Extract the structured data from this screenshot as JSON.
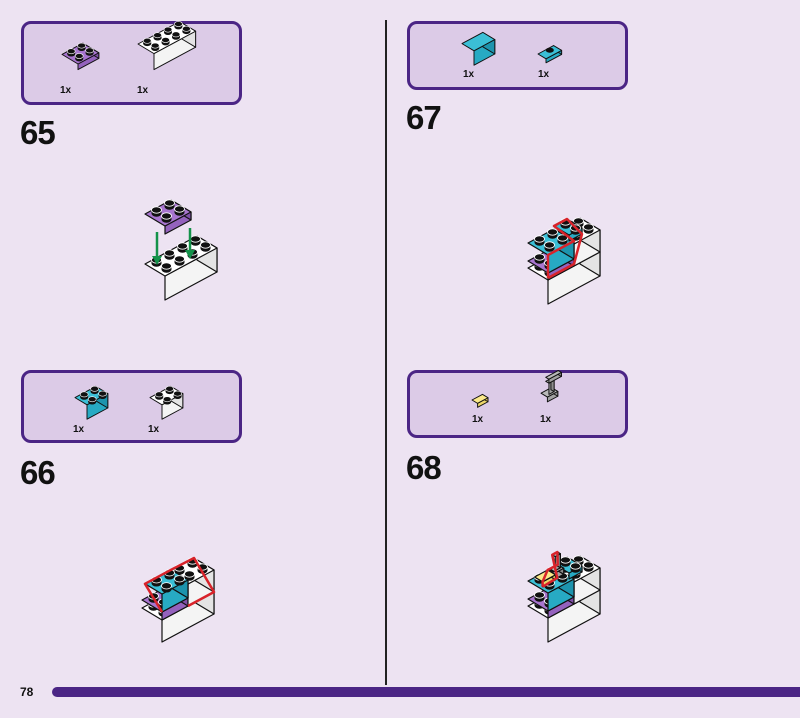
{
  "page_number": "78",
  "colors": {
    "white": [
      "#ffffff",
      "#f4f4f4",
      "#e4e4e4"
    ],
    "purple": [
      "#a875cf",
      "#9462bd",
      "#7f4fa8"
    ],
    "cyan": [
      "#3bbfd6",
      "#27aac3",
      "#1d94ad"
    ],
    "yellow": [
      "#fbe98a",
      "#ecd66a",
      "#d9c252"
    ],
    "gray": [
      "#b9b9b9",
      "#a2a2a2",
      "#8d8d8d"
    ],
    "accent": "#4b2585",
    "highlight": "#d8232a",
    "arrow": "#14924a"
  },
  "steps": [
    {
      "number": "65",
      "parts": [
        {
          "qty": "1x"
        },
        {
          "qty": "1x"
        }
      ]
    },
    {
      "number": "66",
      "parts": [
        {
          "qty": "1x"
        },
        {
          "qty": "1x"
        }
      ]
    },
    {
      "number": "67",
      "parts": [
        {
          "qty": "1x"
        },
        {
          "qty": "1x"
        }
      ]
    },
    {
      "number": "68",
      "parts": [
        {
          "qty": "1x"
        },
        {
          "qty": "1x"
        }
      ]
    }
  ]
}
